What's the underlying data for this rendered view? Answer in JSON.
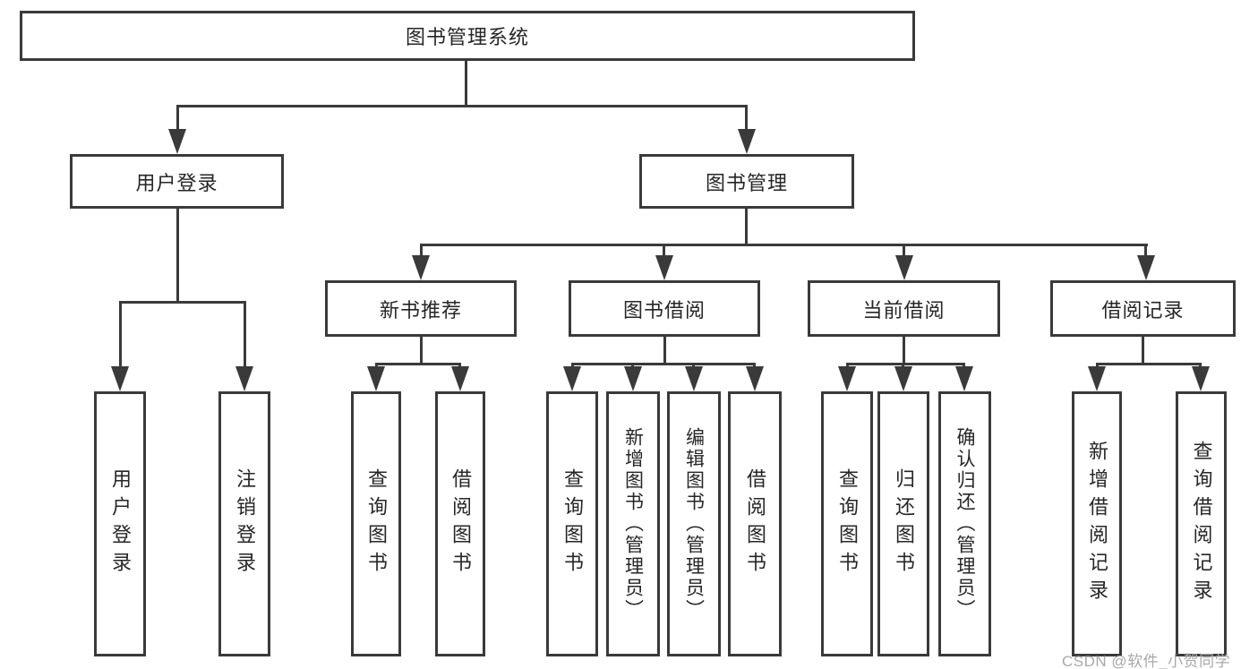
{
  "diagram": {
    "root": {
      "label": "图书管理系统"
    },
    "level2": [
      {
        "label": "用户登录"
      },
      {
        "label": "图书管理"
      }
    ],
    "level3": [
      {
        "label": "新书推荐"
      },
      {
        "label": "图书借阅"
      },
      {
        "label": "当前借阅"
      },
      {
        "label": "借阅记录"
      }
    ],
    "leaves": {
      "user_login": "用户登录",
      "logout": "注销登录",
      "nb_query": "查询图书",
      "nb_borrow": "借阅图书",
      "bb_query": "查询图书",
      "bb_add": "新增图书（管理员）",
      "bb_edit": "编辑图书（管理员）",
      "bb_borrow": "借阅图书",
      "cb_query": "查询图书",
      "cb_return": "归还图书",
      "cb_confirm": "确认归还（管理员）",
      "br_add": "新增借阅记录",
      "br_query": "查询借阅记录"
    },
    "watermark": "CSDN @软件_小贺同学",
    "colors": {
      "line": "#3a3a3a",
      "text": "#262626",
      "watermark": "#a9a9a9",
      "background": "#ffffff"
    }
  }
}
